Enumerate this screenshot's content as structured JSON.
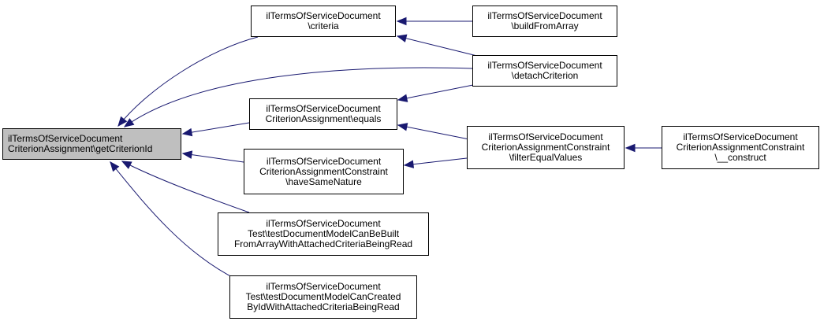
{
  "diagram": {
    "edge_color": "#191970",
    "focus_fill": "#bfbfbf",
    "nodes": [
      {
        "id": "root",
        "lines": [
          "ilTermsOfServiceDocument",
          "CriterionAssignment\\getCriterionId"
        ]
      },
      {
        "id": "criteria",
        "lines": [
          "ilTermsOfServiceDocument",
          "\\criteria"
        ]
      },
      {
        "id": "equals",
        "lines": [
          "ilTermsOfServiceDocument",
          "CriterionAssignment\\equals"
        ]
      },
      {
        "id": "haveSameNature",
        "lines": [
          "ilTermsOfServiceDocument",
          "CriterionAssignmentConstraint",
          "\\haveSameNature"
        ]
      },
      {
        "id": "testBuilt",
        "lines": [
          "ilTermsOfServiceDocument",
          "Test\\testDocumentModelCanBeBuilt",
          "FromArrayWithAttachedCriteriaBeingRead"
        ]
      },
      {
        "id": "testCreated",
        "lines": [
          "ilTermsOfServiceDocument",
          "Test\\testDocumentModelCanCreated",
          "ByIdWithAttachedCriteriaBeingRead"
        ]
      },
      {
        "id": "buildFromArray",
        "lines": [
          "ilTermsOfServiceDocument",
          "\\buildFromArray"
        ]
      },
      {
        "id": "detachCriterion",
        "lines": [
          "ilTermsOfServiceDocument",
          "\\detachCriterion"
        ]
      },
      {
        "id": "filterEqualValues",
        "lines": [
          "ilTermsOfServiceDocument",
          "CriterionAssignmentConstraint",
          "\\filterEqualValues"
        ]
      },
      {
        "id": "construct",
        "lines": [
          "ilTermsOfServiceDocument",
          "CriterionAssignmentConstraint",
          "\\__construct"
        ]
      }
    ],
    "edges": [
      {
        "from": "criteria",
        "to": "root"
      },
      {
        "from": "detachCriterion",
        "to": "root"
      },
      {
        "from": "equals",
        "to": "root"
      },
      {
        "from": "haveSameNature",
        "to": "root"
      },
      {
        "from": "testBuilt",
        "to": "root"
      },
      {
        "from": "testCreated",
        "to": "root"
      },
      {
        "from": "buildFromArray",
        "to": "criteria"
      },
      {
        "from": "detachCriterion",
        "to": "criteria"
      },
      {
        "from": "detachCriterion",
        "to": "equals"
      },
      {
        "from": "filterEqualValues",
        "to": "equals"
      },
      {
        "from": "filterEqualValues",
        "to": "haveSameNature"
      },
      {
        "from": "construct",
        "to": "filterEqualValues"
      }
    ]
  }
}
